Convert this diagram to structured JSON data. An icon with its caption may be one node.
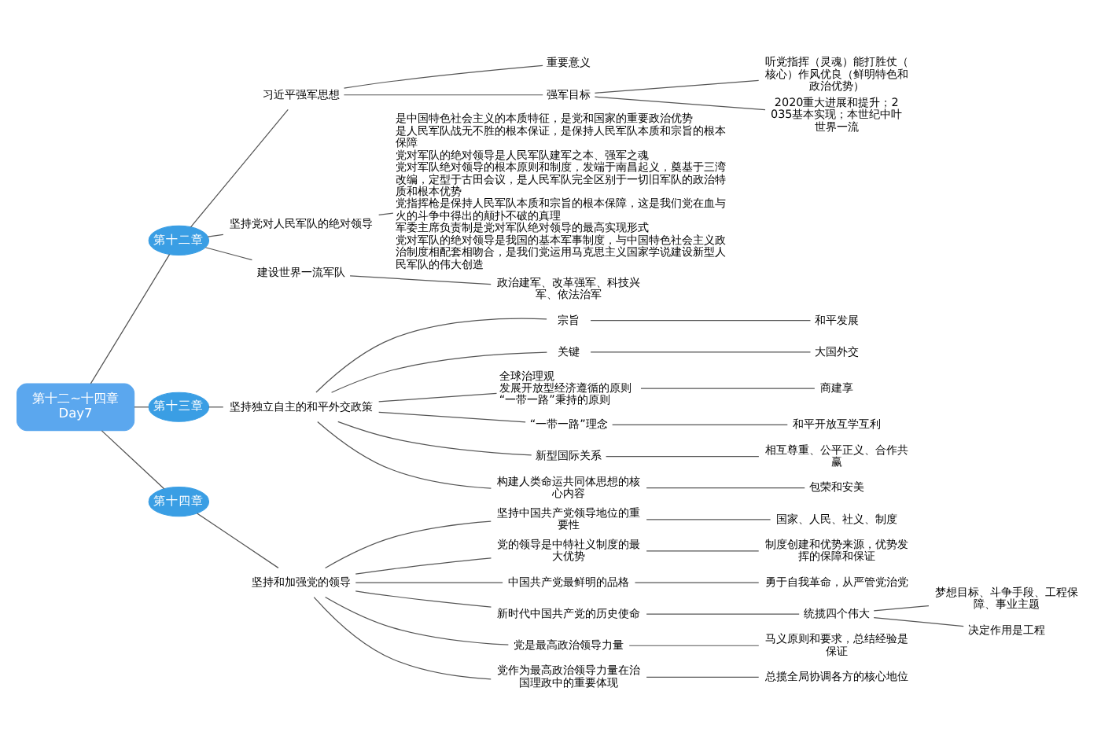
{
  "diagram": {
    "nodes": [
      {
        "text": [
          "第十二~十四章 Day7"
        ]
      },
      {
        "text": [
          "第十二章"
        ]
      },
      {
        "text": [
          "习近平强军思想"
        ]
      },
      {
        "text": [
          "重要意义"
        ]
      },
      {
        "text": [
          "强军目标"
        ]
      },
      {
        "text": [
          "听党指挥（灵魂）能打胜仗（核心）作风优良（鲜明特色和政治优势）"
        ]
      },
      {
        "text": [
          "2020重大进展和提升；2035基本实现；本世纪中叶世界一流"
        ]
      },
      {
        "text": [
          "坚持党对人民军队的绝对领导"
        ]
      },
      {
        "text": [
          "是中国特色社会主义的本质特征，是党和国家的重要政治优势",
          "是人民军队战无不胜的根本保证，是保持人民军队本质和宗旨的根本保障",
          "党对军队的绝对领导是人民军队建军之本、强军之魂",
          "党对军队绝对领导的根本原则和制度，发端于南昌起义，奠基于三湾改编，定型于古田会议，是人民军队完全区别于一切旧军队的政治特质和根本优势",
          "党指挥枪是保持人民军队本质和宗旨的根本保障，这是我们党在血与火的斗争中得出的颠扑不破的真理",
          "军委主席负责制是党对军队绝对领导的最高实现形式",
          "党对军队的绝对领导是我国的基本军事制度，与中国特色社会主义政治制度相配套相吻合，是我们党运用马克思主义国家学说建设新型人民军队的伟大创造"
        ]
      },
      {
        "text": [
          "建设世界一流军队"
        ]
      },
      {
        "text": [
          "政治建军、改革强军、科技兴军、依法治军"
        ]
      },
      {
        "text": [
          "第十三章"
        ]
      },
      {
        "text": [
          "坚持独立自主的和平外交政策"
        ]
      },
      {
        "text": [
          "宗旨"
        ]
      },
      {
        "text": [
          "和平发展"
        ]
      },
      {
        "text": [
          "关键"
        ]
      },
      {
        "text": [
          "大国外交"
        ]
      },
      {
        "text": [
          "全球治理观",
          "发展开放型经济遵循的原则",
          "“一带一路”秉持的原则"
        ]
      },
      {
        "text": [
          "商建享"
        ]
      },
      {
        "text": [
          "“一带一路”理念"
        ]
      },
      {
        "text": [
          "和平开放互学互利"
        ]
      },
      {
        "text": [
          "新型国际关系"
        ]
      },
      {
        "text": [
          "相互尊重、公平正义、合作共赢"
        ]
      },
      {
        "text": [
          "构建人类命运共同体思想的核心内容"
        ]
      },
      {
        "text": [
          "包荣和安美"
        ]
      },
      {
        "text": [
          "第十四章"
        ]
      },
      {
        "text": [
          "坚持和加强党的领导"
        ]
      },
      {
        "text": [
          "坚持中国共产党领导地位的重要性"
        ]
      },
      {
        "text": [
          "国家、人民、社义、制度"
        ]
      },
      {
        "text": [
          "党的领导是中特社义制度的最大优势"
        ]
      },
      {
        "text": [
          "制度创建和优势来源，优势发挥的保障和保证"
        ]
      },
      {
        "text": [
          "中国共产党最鲜明的品格"
        ]
      },
      {
        "text": [
          "勇于自我革命，从严管党治党"
        ]
      },
      {
        "text": [
          "新时代中国共产党的历史使命"
        ]
      },
      {
        "text": [
          "统揽四个伟大"
        ]
      },
      {
        "text": [
          "梦想目标、斗争手段、工程保障、事业主题"
        ]
      },
      {
        "text": [
          "决定作用是工程"
        ]
      },
      {
        "text": [
          "党是最高政治领导力量"
        ]
      },
      {
        "text": [
          "马义原则和要求，总结经验是保证"
        ]
      },
      {
        "text": [
          "党作为最高政治领导力量在治国理政中的重要体现"
        ]
      },
      {
        "text": [
          "总揽全局协调各方的核心地位"
        ]
      }
    ],
    "edges": [
      {
        "from": 0,
        "to": 1,
        "arrow": "none"
      },
      {
        "from": 1,
        "to": 2,
        "arrow": "none"
      },
      {
        "from": 2,
        "to": 3,
        "arrow": "none"
      },
      {
        "from": 2,
        "to": 4,
        "arrow": "none"
      },
      {
        "from": 4,
        "to": 5,
        "arrow": "none"
      },
      {
        "from": 4,
        "to": 6,
        "arrow": "none"
      },
      {
        "from": 1,
        "to": 7,
        "arrow": "none"
      },
      {
        "from": 7,
        "to": 8,
        "arrow": "none"
      },
      {
        "from": 1,
        "to": 9,
        "arrow": "none"
      },
      {
        "from": 9,
        "to": 10,
        "arrow": "none"
      },
      {
        "from": 0,
        "to": 11,
        "arrow": "none"
      },
      {
        "from": 11,
        "to": 12,
        "arrow": "none"
      },
      {
        "from": 12,
        "to": 13,
        "arrow": "none"
      },
      {
        "from": 13,
        "to": 14,
        "arrow": "none"
      },
      {
        "from": 12,
        "to": 15,
        "arrow": "none"
      },
      {
        "from": 15,
        "to": 16,
        "arrow": "none"
      },
      {
        "from": 12,
        "to": 17,
        "arrow": "none"
      },
      {
        "from": 17,
        "to": 18,
        "arrow": "none"
      },
      {
        "from": 12,
        "to": 19,
        "arrow": "none"
      },
      {
        "from": 19,
        "to": 20,
        "arrow": "none"
      },
      {
        "from": 12,
        "to": 21,
        "arrow": "none"
      },
      {
        "from": 21,
        "to": 22,
        "arrow": "none"
      },
      {
        "from": 12,
        "to": 23,
        "arrow": "none"
      },
      {
        "from": 23,
        "to": 24,
        "arrow": "none"
      },
      {
        "from": 0,
        "to": 25,
        "arrow": "none"
      },
      {
        "from": 25,
        "to": 26,
        "arrow": "none"
      },
      {
        "from": 26,
        "to": 27,
        "arrow": "none"
      },
      {
        "from": 27,
        "to": 28,
        "arrow": "none"
      },
      {
        "from": 26,
        "to": 29,
        "arrow": "none"
      },
      {
        "from": 29,
        "to": 30,
        "arrow": "none"
      },
      {
        "from": 26,
        "to": 31,
        "arrow": "none"
      },
      {
        "from": 31,
        "to": 32,
        "arrow": "none"
      },
      {
        "from": 26,
        "to": 33,
        "arrow": "none"
      },
      {
        "from": 33,
        "to": 34,
        "arrow": "none"
      },
      {
        "from": 34,
        "to": 35,
        "arrow": "none"
      },
      {
        "from": 34,
        "to": 36,
        "arrow": "none"
      },
      {
        "from": 26,
        "to": 37,
        "arrow": "none"
      },
      {
        "from": 37,
        "to": 38,
        "arrow": "none"
      },
      {
        "from": 26,
        "to": 39,
        "arrow": "none"
      },
      {
        "from": 39,
        "to": 40,
        "arrow": "none"
      }
    ]
  }
}
